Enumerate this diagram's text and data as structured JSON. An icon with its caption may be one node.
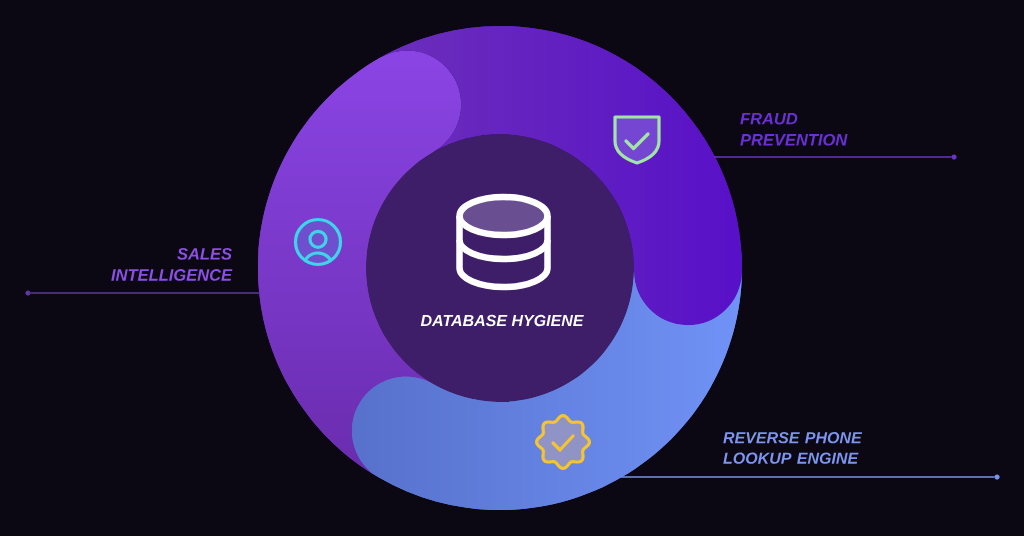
{
  "diagram": {
    "nodes": [
      {
        "text": [
          "DATABASE HYGIENE"
        ]
      },
      {
        "text": [],
        "shape": "arc"
      },
      {
        "text": [],
        "shape": "arc"
      },
      {
        "text": [],
        "shape": "arc"
      },
      {
        "text": [],
        "shape": "circle"
      },
      {
        "text": [],
        "shape": "circle"
      },
      {
        "text": [],
        "shape": "circle"
      }
    ],
    "edges": [
      {
        "from": 4,
        "to": 1,
        "arrow": "none",
        "label": "SALES INTELLIGENCE",
        "color": "#5b3a9e"
      },
      {
        "from": 5,
        "to": 2,
        "arrow": "none",
        "label": "FRAUD PREVENTION",
        "color": "#6a34c4"
      },
      {
        "from": 6,
        "to": 3,
        "arrow": "none",
        "label": "REVERSE PHONE LOOKUP ENGINE",
        "color": "#7a92ea"
      }
    ]
  }
}
